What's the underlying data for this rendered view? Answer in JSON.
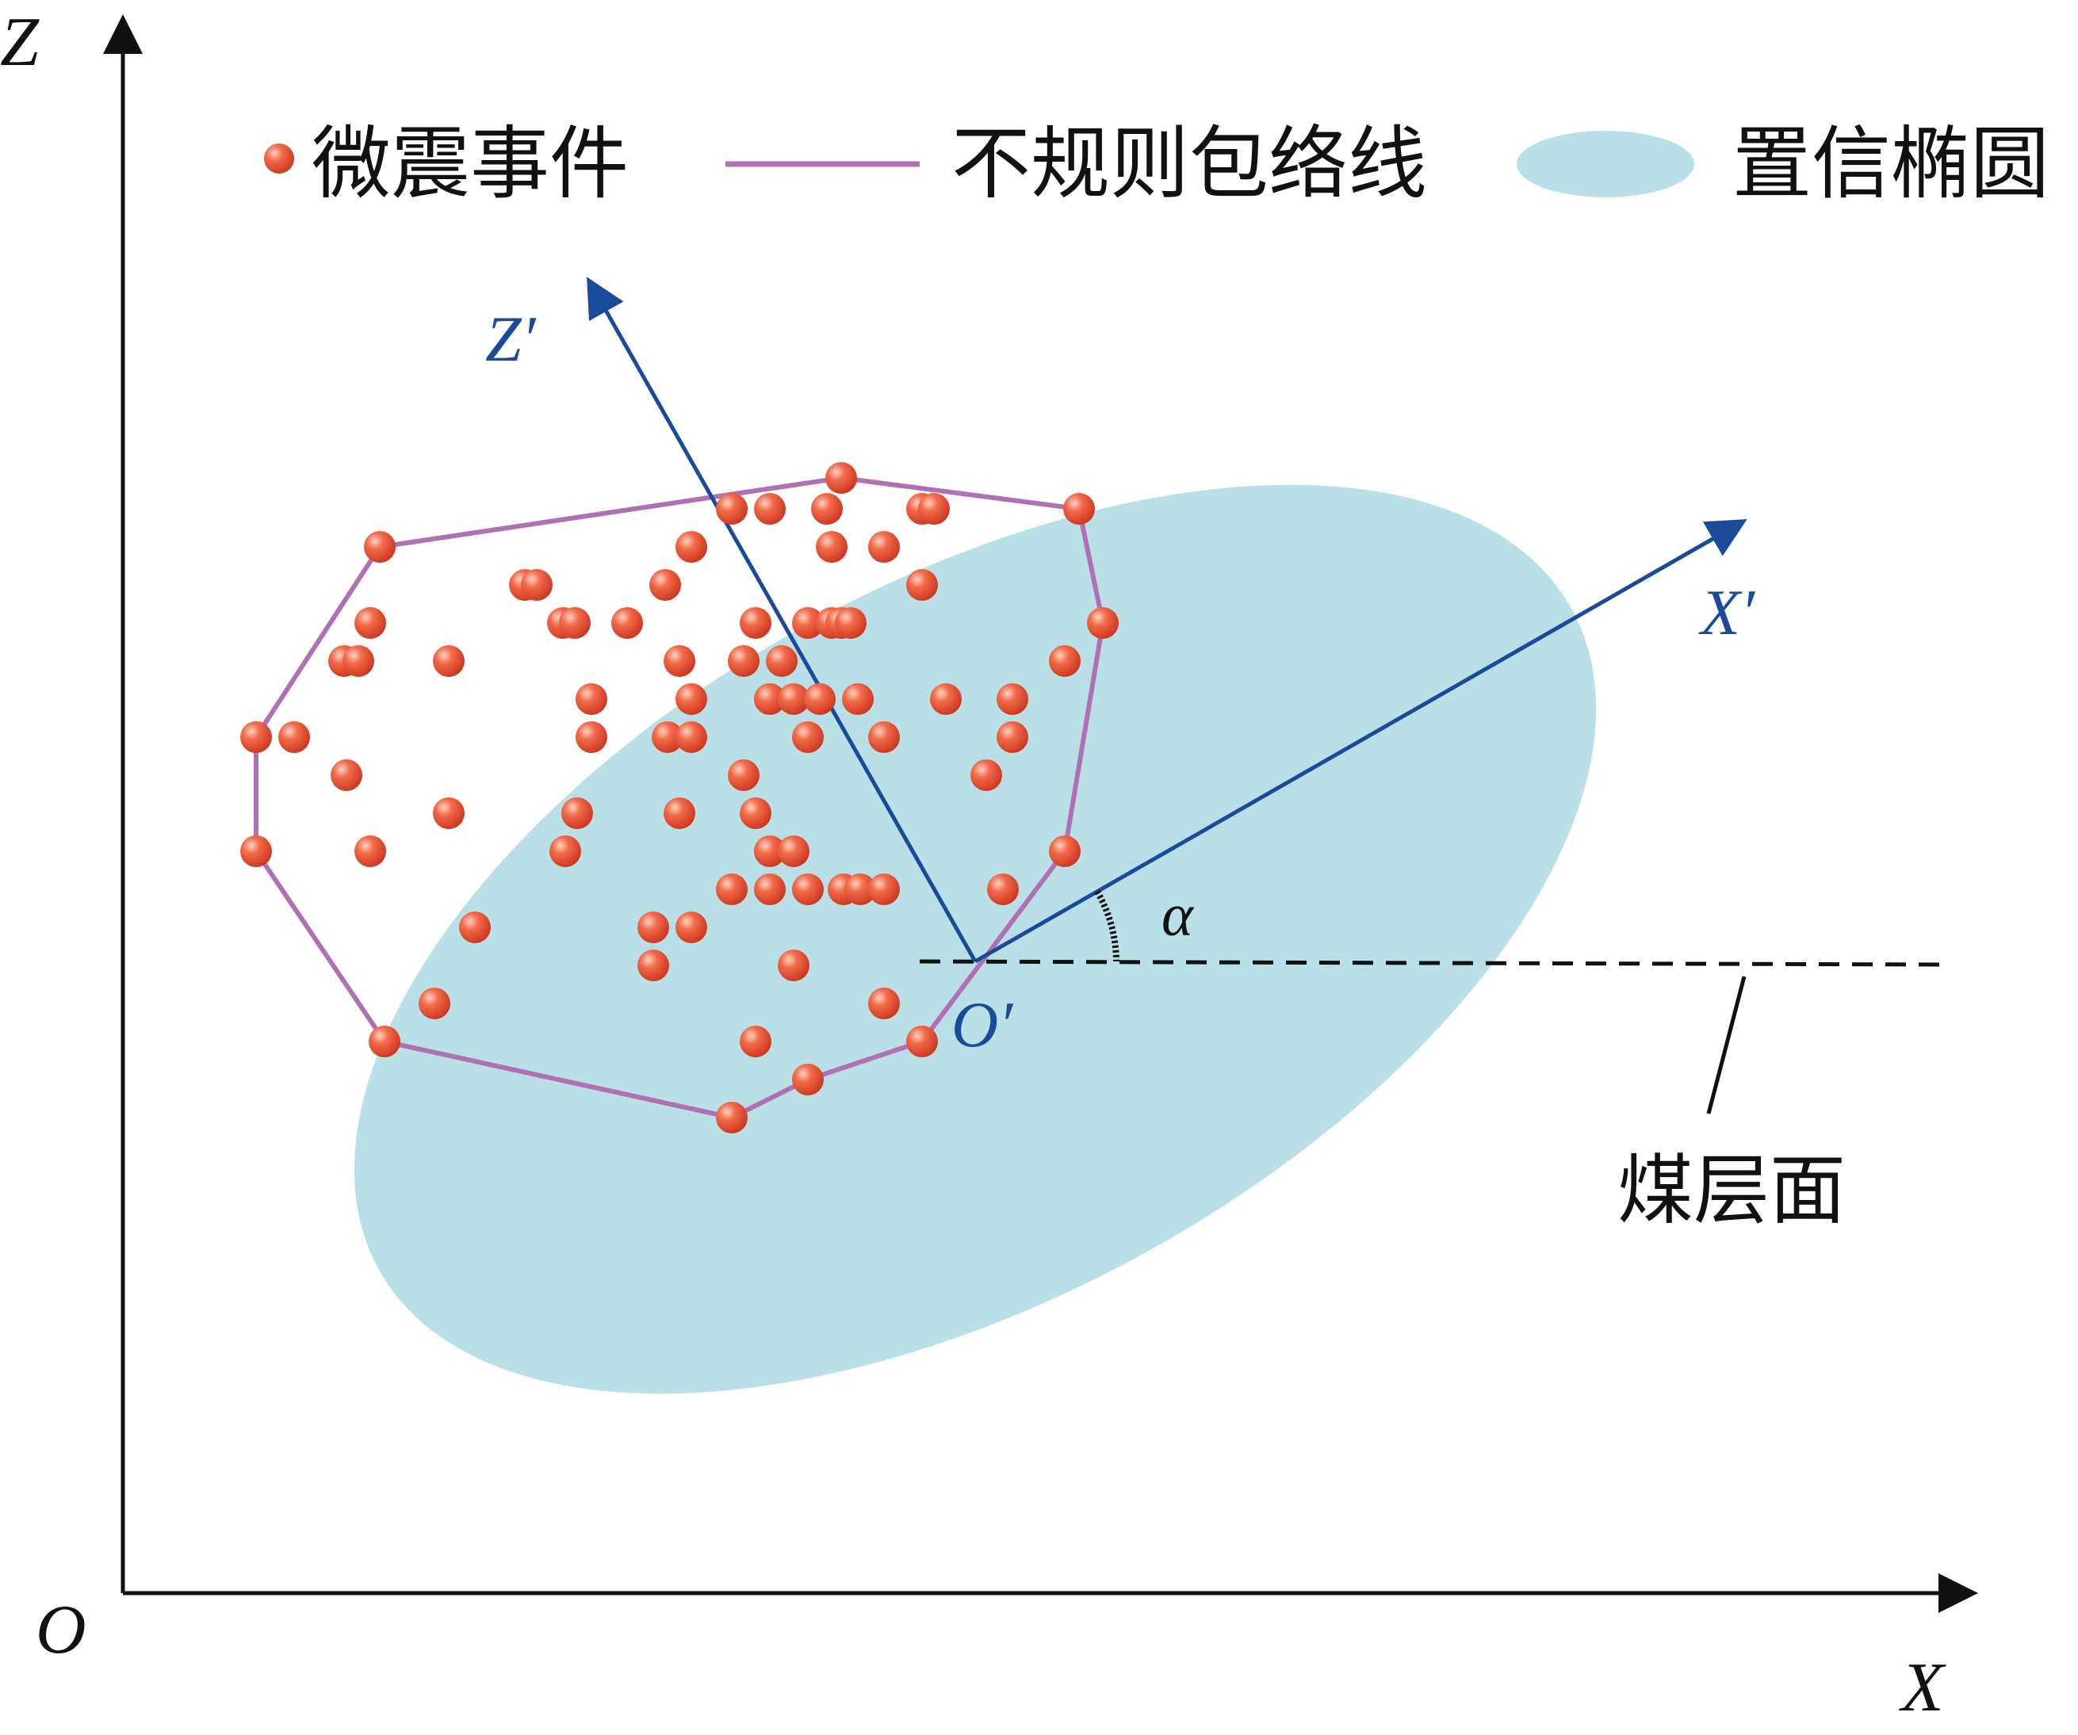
{
  "axes": {
    "z_label": "Z",
    "x_label": "X",
    "origin_label": "O"
  },
  "rotated_axes": {
    "z_prime_label": "Z′",
    "x_prime_label": "X′",
    "origin_prime_label": "O′"
  },
  "angle_label": "α",
  "coal_seam_label": "煤层面",
  "legend": {
    "event_label": "微震事件",
    "hull_label": "不规则包络线",
    "ellipse_label": "置信椭圆"
  },
  "colors": {
    "event": "#e8442a",
    "hull": "#b070b4",
    "ellipse": "#b9e0e6",
    "rotated_axes": "#1a4a9a",
    "axes": "#111111"
  },
  "chart_data": {
    "type": "scatter",
    "xlabel": "X",
    "ylabel": "Z",
    "series": [
      {
        "name": "微震事件",
        "points": [
          [
            1510,
            2345
          ],
          [
            1280,
            2280
          ],
          [
            1360,
            2280
          ],
          [
            1480,
            2280
          ],
          [
            1680,
            2280
          ],
          [
            1705,
            2280
          ],
          [
            2010,
            2280
          ],
          [
            540,
            2200
          ],
          [
            1195,
            2200
          ],
          [
            1490,
            2200
          ],
          [
            1600,
            2200
          ],
          [
            845,
            2120
          ],
          [
            870,
            2120
          ],
          [
            1140,
            2120
          ],
          [
            1680,
            2120
          ],
          [
            520,
            2040
          ],
          [
            925,
            2040
          ],
          [
            950,
            2040
          ],
          [
            1060,
            2040
          ],
          [
            1330,
            2040
          ],
          [
            1440,
            2040
          ],
          [
            1490,
            2040
          ],
          [
            1510,
            2040
          ],
          [
            1530,
            2040
          ],
          [
            2060,
            2040
          ],
          [
            465,
            1960
          ],
          [
            495,
            1960
          ],
          [
            685,
            1960
          ],
          [
            1170,
            1960
          ],
          [
            1305,
            1960
          ],
          [
            1385,
            1960
          ],
          [
            1980,
            1960
          ],
          [
            985,
            1880
          ],
          [
            1195,
            1880
          ],
          [
            1360,
            1880
          ],
          [
            1410,
            1880
          ],
          [
            1465,
            1880
          ],
          [
            1545,
            1880
          ],
          [
            1730,
            1880
          ],
          [
            1870,
            1880
          ],
          [
            280,
            1800
          ],
          [
            360,
            1800
          ],
          [
            985,
            1800
          ],
          [
            1145,
            1800
          ],
          [
            1195,
            1800
          ],
          [
            1440,
            1800
          ],
          [
            1600,
            1800
          ],
          [
            1870,
            1800
          ],
          [
            470,
            1720
          ],
          [
            1305,
            1720
          ],
          [
            1815,
            1720
          ],
          [
            685,
            1640
          ],
          [
            955,
            1640
          ],
          [
            1170,
            1640
          ],
          [
            1330,
            1640
          ],
          [
            280,
            1560
          ],
          [
            520,
            1560
          ],
          [
            930,
            1560
          ],
          [
            1360,
            1560
          ],
          [
            1410,
            1560
          ],
          [
            1980,
            1560
          ],
          [
            1280,
            1480
          ],
          [
            1360,
            1480
          ],
          [
            1440,
            1480
          ],
          [
            1515,
            1480
          ],
          [
            1550,
            1480
          ],
          [
            1600,
            1480
          ],
          [
            1850,
            1480
          ],
          [
            740,
            1400
          ],
          [
            1115,
            1400
          ],
          [
            1195,
            1400
          ],
          [
            1115,
            1320
          ],
          [
            1410,
            1320
          ],
          [
            655,
            1240
          ],
          [
            1600,
            1240
          ],
          [
            550,
            1160
          ],
          [
            1330,
            1160
          ],
          [
            1680,
            1160
          ],
          [
            1440,
            1080
          ],
          [
            1280,
            1000
          ]
        ]
      },
      {
        "name": "不规则包络线",
        "points": [
          [
            1510,
            2345
          ],
          [
            2010,
            2280
          ],
          [
            2060,
            2040
          ],
          [
            1980,
            1560
          ],
          [
            1680,
            1160
          ],
          [
            1440,
            1080
          ],
          [
            1280,
            1000
          ],
          [
            550,
            1160
          ],
          [
            280,
            1560
          ],
          [
            280,
            1800
          ],
          [
            540,
            2200
          ]
        ]
      }
    ]
  }
}
